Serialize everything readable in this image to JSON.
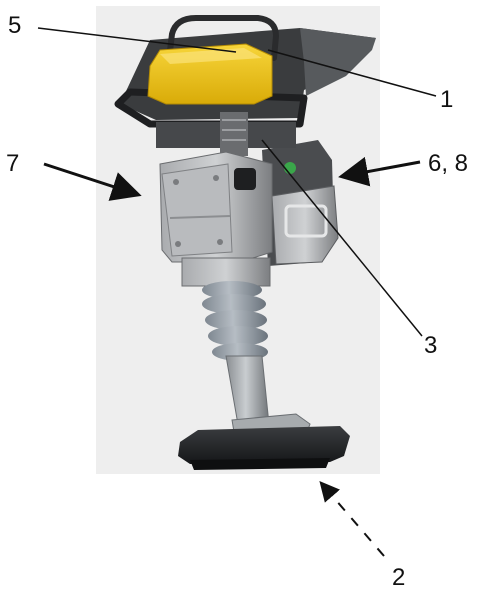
{
  "callouts": {
    "c5": "5",
    "c1": "1",
    "c7": "7",
    "c68": "6, 8",
    "c3": "3",
    "c2": "2"
  },
  "icons": {
    "machine": "rammer-compactor-illustration",
    "arrow": "callout-arrow-icon"
  },
  "colors": {
    "yellow": "#f2c51b",
    "dark_gray": "#3a3c3e",
    "mid_gray": "#8e9093",
    "light_gray": "#c8cacc",
    "bellows": "#9aa2ab",
    "background": "#eeeeee"
  }
}
